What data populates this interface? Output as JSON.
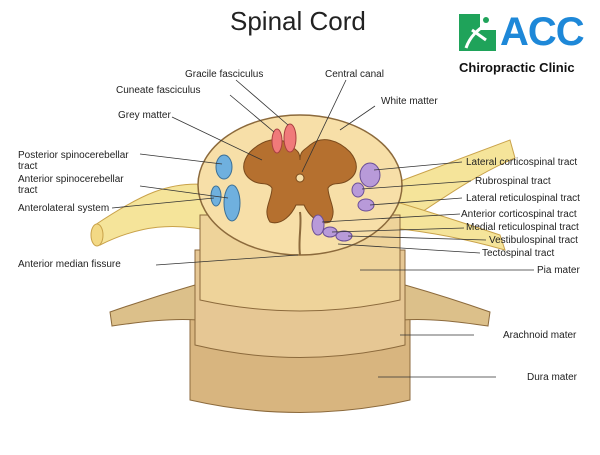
{
  "title": "Spinal Cord",
  "brand": {
    "name": "ACC",
    "subtitle": "Chiropractic Clinic",
    "logo_icon": "chiropractor-figure-icon",
    "accent": "#1e88d8",
    "logo_green": "#1fa35a"
  },
  "labels": {
    "gracile_fasciculus": "Gracile fasciculus",
    "cuneate_fasciculus": "Cuneate fasciculus",
    "grey_matter": "Grey matter",
    "central_canal": "Central canal",
    "white_matter": "White matter",
    "posterior_spinocerebellar_tract": "Posterior spinocerebellar\ntract",
    "anterior_spinocerebellar_tract": "Anterior spinocerebellar\ntract",
    "anterolateral_system": "Anterolateral system",
    "anterior_median_fissure": "Anterior median fissure",
    "lateral_corticospinal_tract": "Lateral corticospinal tract",
    "rubrospinal_tract": "Rubrospinal tract",
    "lateral_reticulospinal_tract": "Lateral reticulospinal tract",
    "anterior_corticospinal_tract": "Anterior corticospinal tract",
    "medial_reticulospinal_tract": "Medial reticulospinal tract",
    "vestibulospinal_tract": "Vestibulospinal tract",
    "tectospinal_tract": "Tectospinal tract",
    "pia_mater": "Pia mater",
    "arachnoid_mater": "Arachnoid mater",
    "dura_mater": "Dura mater"
  },
  "colors": {
    "white_matter": "#f7dfa8",
    "grey_matter": "#b5702f",
    "nerve": "#f5e49a",
    "pia": "#eed39a",
    "arachnoid": "#e6c794",
    "dura": "#d8b57f",
    "tract_red": "#f07a7a",
    "tract_blue": "#6fb0de",
    "tract_purple": "#b89ad9"
  }
}
